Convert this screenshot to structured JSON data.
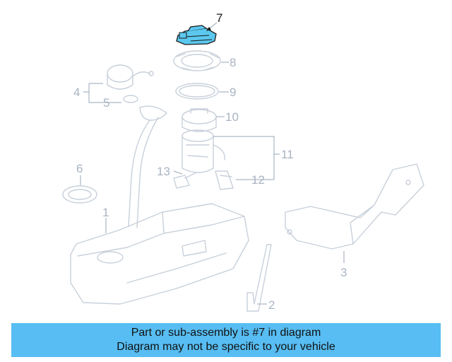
{
  "diagram": {
    "callouts": {
      "p1": "1",
      "p2": "2",
      "p3": "3",
      "p4": "4",
      "p5": "5",
      "p6": "6",
      "p7": "7",
      "p8": "8",
      "p9": "9",
      "p10": "10",
      "p11": "11",
      "p12": "12",
      "p13": "13"
    },
    "highlight_color": "#5bc8ef",
    "highlighted_part": "7"
  },
  "banner": {
    "line1": "Part or sub-assembly is #7 in diagram",
    "line2": "Diagram may not be specific to your vehicle",
    "background": "#57bdf2"
  }
}
